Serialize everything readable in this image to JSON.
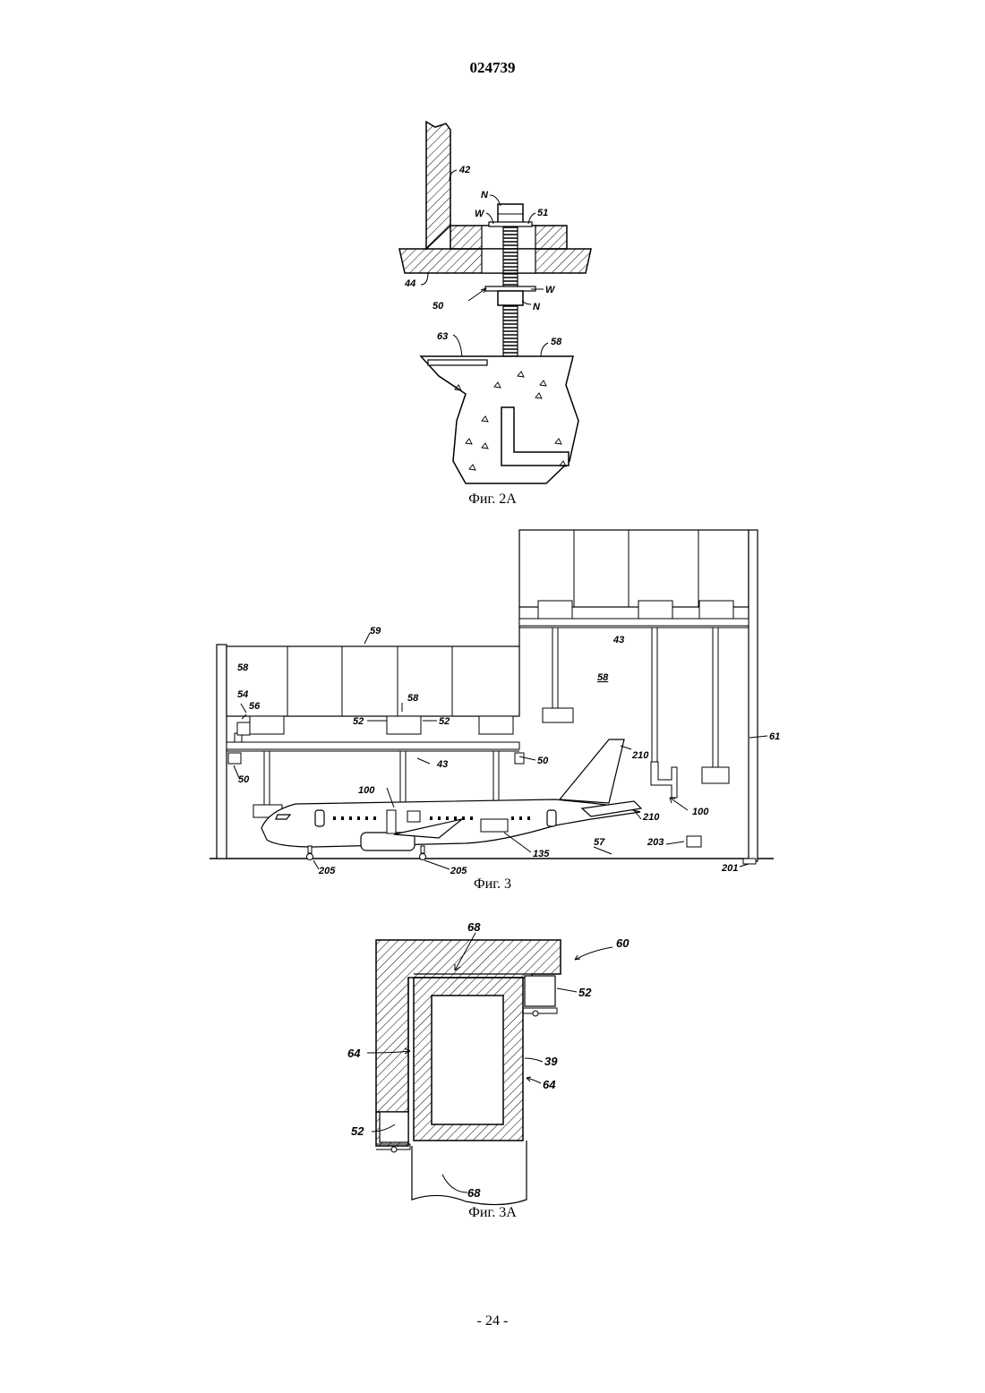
{
  "header": {
    "doc_number": "024739"
  },
  "footer": {
    "page_number": "- 24 -"
  },
  "fig2a": {
    "caption": "Фиг. 2А",
    "labels": {
      "l42": "42",
      "lN1": "N",
      "lW1": "W",
      "l51": "51",
      "l44": "44",
      "l50": "50",
      "lW2": "W",
      "lN2": "N",
      "l63": "63",
      "l58": "58"
    }
  },
  "fig3": {
    "caption": "Фиг. 3",
    "labels": {
      "l59": "59",
      "l58a": "58",
      "l54": "54",
      "l56": "56",
      "l58b": "58",
      "l52a": "52",
      "l52b": "52",
      "l43a": "43",
      "l50a": "50",
      "l50b": "50",
      "l43b": "43",
      "l58c": "58",
      "l61": "61",
      "l210a": "210",
      "l210b": "210",
      "l100a": "100",
      "l100b": "100",
      "l135": "135",
      "l57": "57",
      "l203": "203",
      "l205a": "205",
      "l205b": "205",
      "l201": "201"
    }
  },
  "fig3a": {
    "caption": "Фиг. 3А",
    "labels": {
      "l68a": "68",
      "l60": "60",
      "l52a": "52",
      "l64a": "64",
      "l39": "39",
      "l64b": "64",
      "l52b": "52",
      "l68b": "68"
    }
  }
}
